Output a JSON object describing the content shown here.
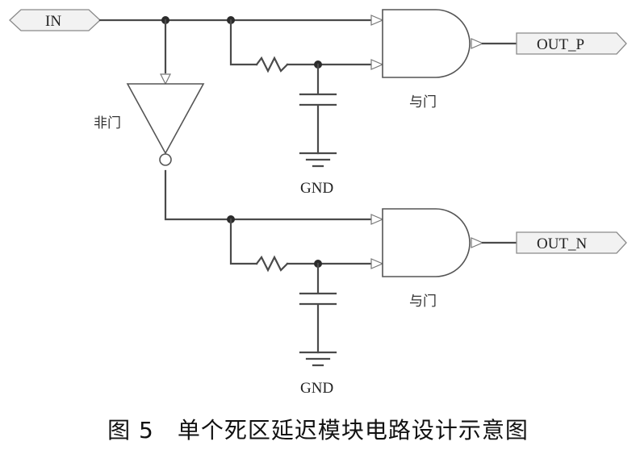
{
  "ports": {
    "input": "IN",
    "output_p": "OUT_P",
    "output_n": "OUT_N"
  },
  "gates": {
    "and_top": "与门",
    "and_bottom": "与门",
    "not": "非门"
  },
  "grounds": {
    "top": "GND",
    "bottom": "GND"
  },
  "caption": "图 5　单个死区延迟模块电路设计示意图"
}
